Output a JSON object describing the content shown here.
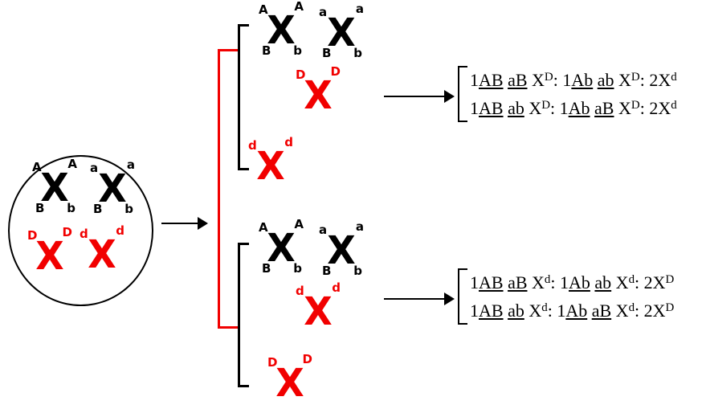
{
  "colors": {
    "red": "#f10000",
    "black": "#000000"
  },
  "glyph": {
    "x": "X"
  },
  "cell": {
    "c1": {
      "tl": "A",
      "tr": "A",
      "bl": "B",
      "br": "b"
    },
    "c2": {
      "tl": "a",
      "tr": "a",
      "bl": "B",
      "br": "b"
    },
    "c3": {
      "tl": "D",
      "tr": "D"
    },
    "c4": {
      "tl": "d",
      "tr": "d"
    }
  },
  "group_top": {
    "c1": {
      "tl": "A",
      "tr": "A",
      "bl": "B",
      "br": "b"
    },
    "c2": {
      "tl": "a",
      "tr": "a",
      "bl": "B",
      "br": "b"
    },
    "c3": {
      "tl": "D",
      "tr": "D"
    },
    "c4": {
      "tl": "d",
      "tr": "d"
    },
    "result_lines": [
      [
        {
          "t": "1"
        },
        {
          "t": "AB",
          "u": true
        },
        {
          "t": " "
        },
        {
          "t": "aB",
          "u": true
        },
        {
          "t": " X"
        },
        {
          "t": "D",
          "s": true
        },
        {
          "t": ": 1"
        },
        {
          "t": "Ab",
          "u": true
        },
        {
          "t": " "
        },
        {
          "t": "ab",
          "u": true
        },
        {
          "t": " X"
        },
        {
          "t": "D",
          "s": true
        },
        {
          "t": ": 2X"
        },
        {
          "t": "d",
          "s": true
        }
      ],
      [
        {
          "t": "1"
        },
        {
          "t": "AB",
          "u": true
        },
        {
          "t": " "
        },
        {
          "t": "ab",
          "u": true
        },
        {
          "t": " X"
        },
        {
          "t": "D",
          "s": true
        },
        {
          "t": ": 1"
        },
        {
          "t": "Ab",
          "u": true
        },
        {
          "t": " "
        },
        {
          "t": "aB",
          "u": true
        },
        {
          "t": " X"
        },
        {
          "t": "D",
          "s": true
        },
        {
          "t": ": 2X"
        },
        {
          "t": "d",
          "s": true
        }
      ]
    ]
  },
  "group_bottom": {
    "c1": {
      "tl": "A",
      "tr": "A",
      "bl": "B",
      "br": "b"
    },
    "c2": {
      "tl": "a",
      "tr": "a",
      "bl": "B",
      "br": "b"
    },
    "c3": {
      "tl": "d",
      "tr": "d"
    },
    "c4": {
      "tl": "D",
      "tr": "D"
    },
    "result_lines": [
      [
        {
          "t": "1"
        },
        {
          "t": "AB",
          "u": true
        },
        {
          "t": " "
        },
        {
          "t": "aB",
          "u": true
        },
        {
          "t": " X"
        },
        {
          "t": "d",
          "s": true
        },
        {
          "t": ": 1"
        },
        {
          "t": "Ab",
          "u": true
        },
        {
          "t": " "
        },
        {
          "t": "ab",
          "u": true
        },
        {
          "t": " X"
        },
        {
          "t": "d",
          "s": true
        },
        {
          "t": ": 2X"
        },
        {
          "t": "D",
          "s": true
        }
      ],
      [
        {
          "t": "1"
        },
        {
          "t": "AB",
          "u": true
        },
        {
          "t": " "
        },
        {
          "t": "ab",
          "u": true
        },
        {
          "t": " X"
        },
        {
          "t": "d",
          "s": true
        },
        {
          "t": ": 1"
        },
        {
          "t": "Ab",
          "u": true
        },
        {
          "t": " "
        },
        {
          "t": "aB",
          "u": true
        },
        {
          "t": " X"
        },
        {
          "t": "d",
          "s": true
        },
        {
          "t": ": 2X"
        },
        {
          "t": "D",
          "s": true
        }
      ]
    ]
  }
}
